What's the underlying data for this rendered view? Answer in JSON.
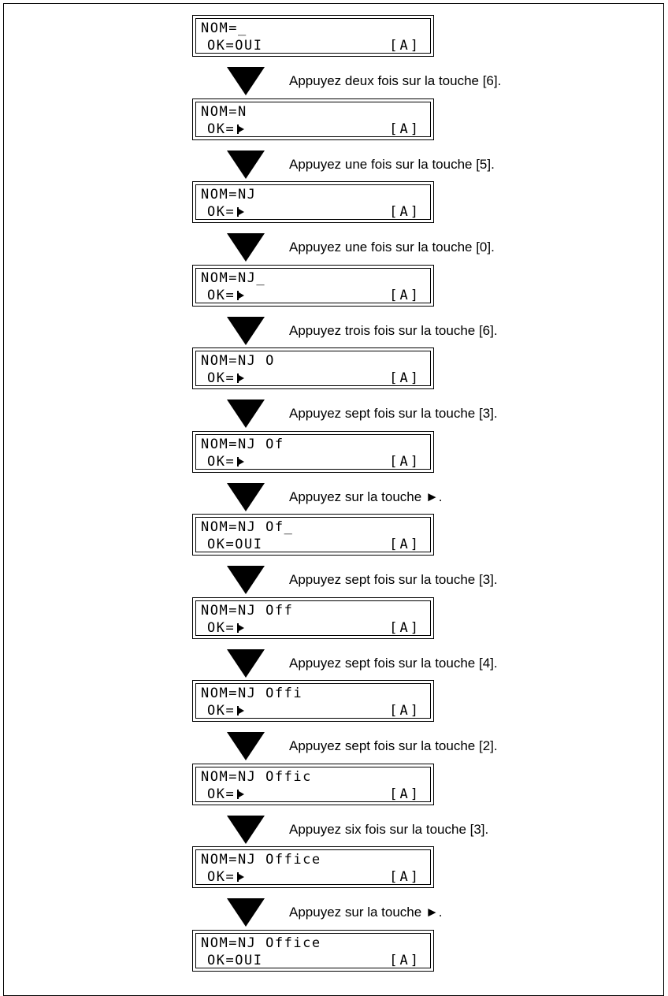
{
  "steps": [
    {
      "line1": "NOM=_",
      "ok": "OUI",
      "mode": "[A]",
      "instruction": "Appuyez deux fois sur la touche [6]."
    },
    {
      "line1": "NOM=N",
      "ok": "",
      "mode": "[A]",
      "instruction": "Appuyez une fois sur la touche [5]."
    },
    {
      "line1": "NOM=NJ",
      "ok": "",
      "mode": "[A]",
      "instruction": "Appuyez une fois sur la touche [0]."
    },
    {
      "line1": "NOM=NJ_",
      "ok": "",
      "mode": "[A]",
      "instruction": "Appuyez trois fois sur la touche [6]."
    },
    {
      "line1": "NOM=NJ O",
      "ok": "",
      "mode": "[A]",
      "instruction": "Appuyez sept fois sur la touche [3]."
    },
    {
      "line1": "NOM=NJ Of",
      "ok": "",
      "mode": "[A]",
      "instruction": "Appuyez sur la touche ►."
    },
    {
      "line1": "NOM=NJ Of_",
      "ok": "OUI",
      "mode": "[A]",
      "instruction": "Appuyez sept fois sur la touche [3]."
    },
    {
      "line1": "NOM=NJ Off",
      "ok": "",
      "mode": "[A]",
      "instruction": "Appuyez sept fois sur la touche [4]."
    },
    {
      "line1": "NOM=NJ Offi",
      "ok": "",
      "mode": "[A]",
      "instruction": "Appuyez sept fois sur la touche [2]."
    },
    {
      "line1": "NOM=NJ Offic",
      "ok": "",
      "mode": "[A]",
      "instruction": "Appuyez six fois sur la touche [3]."
    },
    {
      "line1": "NOM=NJ Office",
      "ok": "",
      "mode": "[A]",
      "instruction": "Appuyez sur la touche ►."
    },
    {
      "line1": "NOM=NJ Office",
      "ok": "OUI",
      "mode": "[A]",
      "instruction": ""
    }
  ],
  "ok_prefix": "OK=",
  "icons": {
    "step_arrow": "down-triangle-icon",
    "ok_pointer": "pointer-right-icon"
  }
}
